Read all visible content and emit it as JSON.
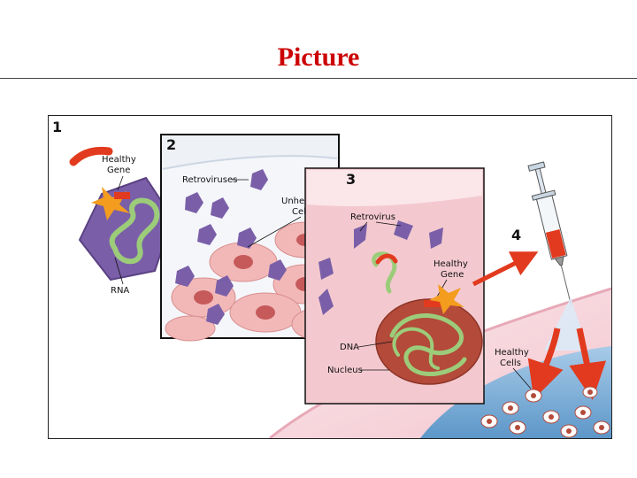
{
  "slide": {
    "title": "Picture",
    "title_color": "#cc0000"
  },
  "diagram": {
    "steps": [
      "1",
      "2",
      "3",
      "4"
    ],
    "labels": {
      "healthy_gene_1": [
        "Healthy",
        "Gene"
      ],
      "rna": "RNA",
      "retroviruses": "Retroviruses",
      "unhealthy_cells": [
        "Unhealthy",
        "Cells"
      ],
      "retrovirus": "Retrovirus",
      "healthy_gene_3": [
        "Healthy",
        "Gene"
      ],
      "dna": "DNA",
      "nucleus": "Nucleus",
      "healthy_cells": [
        "Healthy",
        "Cells"
      ]
    },
    "colors": {
      "virus_purple": "#7a5fa8",
      "cell_pink": "#f2b8b8",
      "nucleus_red": "#b34a3a",
      "gene_green": "#9ccc7a",
      "arrow_red": "#e23a1e",
      "arrow_orange": "#f39c1e",
      "tissue_blue": "#7fb1d9"
    }
  }
}
